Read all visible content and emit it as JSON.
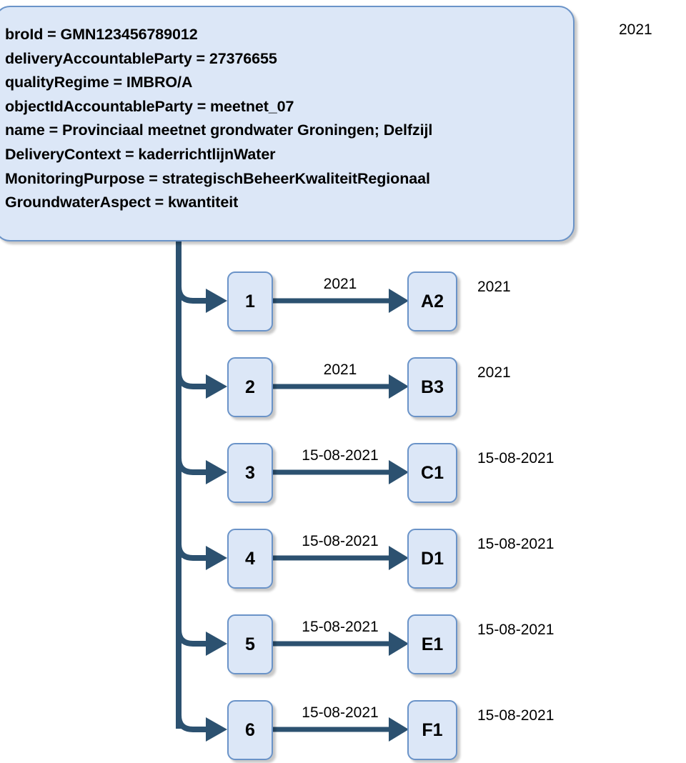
{
  "diagram": {
    "title_box": {
      "name": "gmn-attribute-box",
      "attributes": [
        "broId = GMN123456789012",
        "deliveryAccountableParty = 27376655",
        "qualityRegime = IMBRO/A",
        "objectIdAccountableParty = meetnet_07",
        "name = Provinciaal meetnet grondwater Groningen; Delfzijl",
        "DeliveryContext = kaderrichtlijnWater",
        "MonitoringPurpose = strategischBeheerKwaliteitRegionaal",
        "GroundwaterAspect = kwantiteit"
      ]
    },
    "corner_label": "2021",
    "rows": [
      {
        "source": "1",
        "edge_label": "2021",
        "target": "A2",
        "right_label": "2021"
      },
      {
        "source": "2",
        "edge_label": "2021",
        "target": "B3",
        "right_label": "2021"
      },
      {
        "source": "3",
        "edge_label": "15-08-2021",
        "target": "C1",
        "right_label": "15-08-2021"
      },
      {
        "source": "4",
        "edge_label": "15-08-2021",
        "target": "D1",
        "right_label": "15-08-2021"
      },
      {
        "source": "5",
        "edge_label": "15-08-2021",
        "target": "E1",
        "right_label": "15-08-2021"
      },
      {
        "source": "6",
        "edge_label": "15-08-2021",
        "target": "F1",
        "right_label": "15-08-2021"
      }
    ],
    "colors": {
      "box_fill": "#dce7f7",
      "box_border": "#6a93c8",
      "connector": "#2c5170",
      "text": "#000000",
      "background": "#ffffff"
    }
  }
}
